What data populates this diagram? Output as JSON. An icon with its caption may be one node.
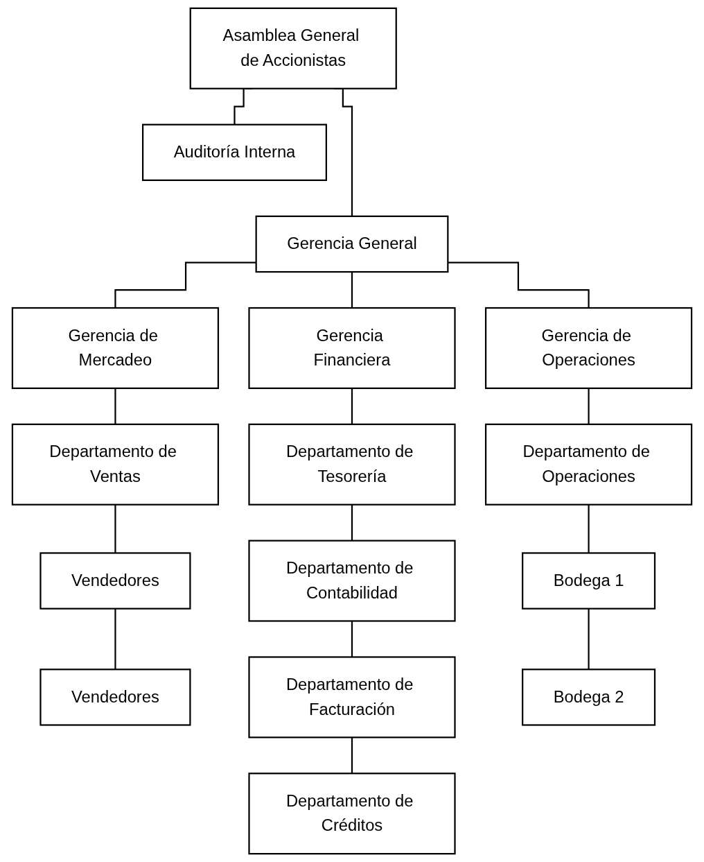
{
  "diagram": {
    "nodes": [
      {
        "text": [
          "Asamblea General de Accionistas"
        ]
      },
      {
        "text": [
          "Auditoría Interna"
        ]
      },
      {
        "text": [
          "Gerencia General"
        ]
      },
      {
        "text": [
          "Gerencia de Mercadeo"
        ]
      },
      {
        "text": [
          "Gerencia Financiera"
        ]
      },
      {
        "text": [
          "Gerencia de Operaciones"
        ]
      },
      {
        "text": [
          "Departamento de Ventas"
        ]
      },
      {
        "text": [
          "Departamento de Tesorería"
        ]
      },
      {
        "text": [
          "Departamento de Operaciones"
        ]
      },
      {
        "text": [
          "Vendedores"
        ]
      },
      {
        "text": [
          "Departamento de Contabilidad"
        ]
      },
      {
        "text": [
          "Bodega 1"
        ]
      },
      {
        "text": [
          "Vendedores"
        ]
      },
      {
        "text": [
          "Departamento de Facturación"
        ]
      },
      {
        "text": [
          "Bodega 2"
        ]
      },
      {
        "text": [
          "Departamento de Créditos"
        ]
      }
    ],
    "edges": [
      {
        "from": 0,
        "to": 2,
        "arrow": "none"
      },
      {
        "from": 0,
        "to": 1,
        "arrow": "none"
      },
      {
        "from": 2,
        "to": 3,
        "arrow": "none"
      },
      {
        "from": 2,
        "to": 4,
        "arrow": "none"
      },
      {
        "from": 2,
        "to": 5,
        "arrow": "none"
      },
      {
        "from": 3,
        "to": 6,
        "arrow": "none"
      },
      {
        "from": 6,
        "to": 9,
        "arrow": "none"
      },
      {
        "from": 9,
        "to": 12,
        "arrow": "none"
      },
      {
        "from": 4,
        "to": 7,
        "arrow": "none"
      },
      {
        "from": 7,
        "to": 10,
        "arrow": "none"
      },
      {
        "from": 10,
        "to": 13,
        "arrow": "none"
      },
      {
        "from": 13,
        "to": 15,
        "arrow": "none"
      },
      {
        "from": 5,
        "to": 8,
        "arrow": "none"
      },
      {
        "from": 8,
        "to": 11,
        "arrow": "none"
      },
      {
        "from": 11,
        "to": 14,
        "arrow": "none"
      }
    ]
  }
}
